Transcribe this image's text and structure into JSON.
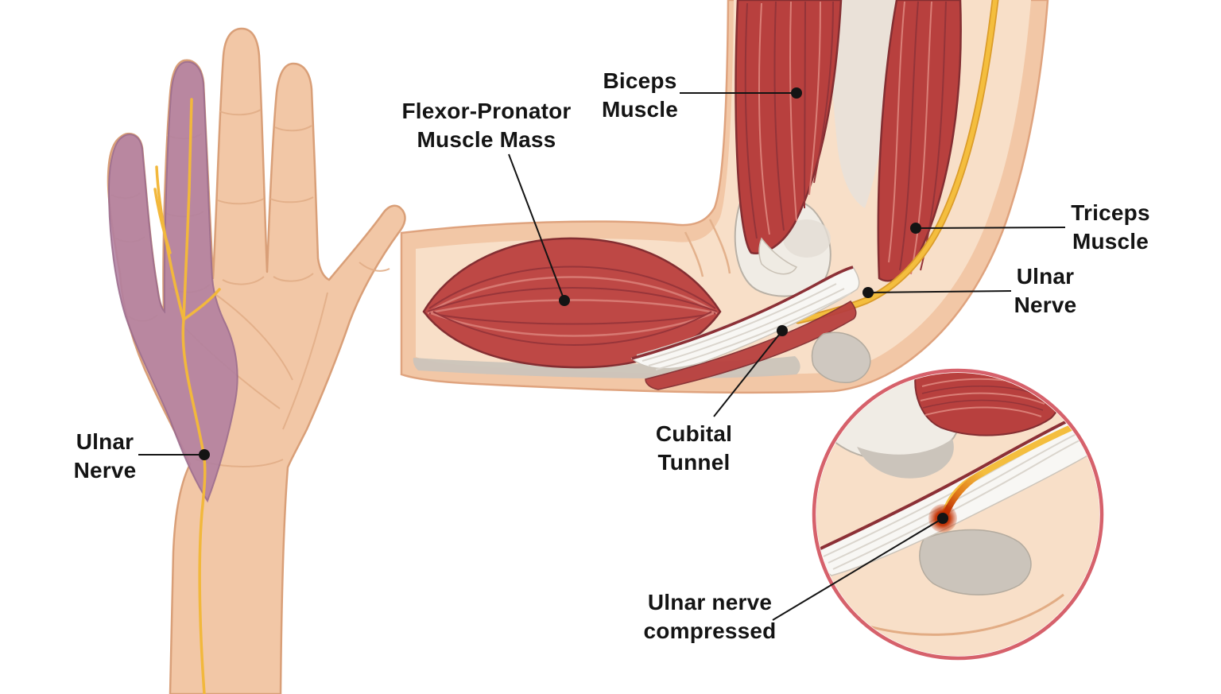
{
  "labels": {
    "ulnar_nerve_hand": "Ulnar\nNerve",
    "flexor_pronator_muscle_mass": "Flexor-Pronator\nMuscle Mass",
    "biceps_muscle": "Biceps\nMuscle",
    "triceps_muscle": "Triceps\nMuscle",
    "ulnar_nerve_elbow": "Ulnar\nNerve",
    "cubital_tunnel": "Cubital\nTunnel",
    "ulnar_nerve_compressed": "Ulnar nerve\ncompressed"
  },
  "colors": {
    "background": "#ffffff",
    "skin": "#f2c7a6",
    "skin_outline": "#d99f78",
    "skin_inner": "#f8dfc8",
    "ulnar_distribution_purple": "#b07e9f",
    "nerve_yellow": "#f4be3e",
    "muscle_red": "#b8403e",
    "muscle_outline": "#842e32",
    "muscle_striation_light": "#da7f77",
    "muscle_striation_dark": "#943439",
    "bone_light": "#f0ece5",
    "bone_gray": "#cbc4bb",
    "tendon_white": "#f8f7f4",
    "inset_ring": "#d6616b",
    "compression_red": "#8f1000",
    "label_text": "#141414",
    "leader_line": "#141414"
  }
}
